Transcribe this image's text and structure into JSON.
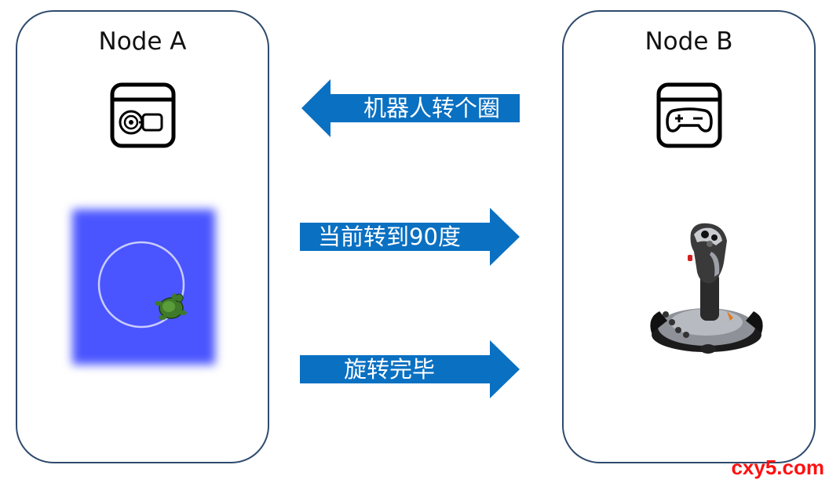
{
  "node_a": {
    "title": "Node A",
    "icon": "robot-camera-icon",
    "image": "turtle-simulation-window"
  },
  "node_b": {
    "title": "Node B",
    "icon": "gamepad-icon",
    "image": "joystick-photo"
  },
  "messages": [
    {
      "text": "机器人转个圈",
      "direction": "right-to-left"
    },
    {
      "text": "当前转到90度",
      "direction": "left-to-right"
    },
    {
      "text": "旋转完毕",
      "direction": "left-to-right"
    }
  ],
  "watermark": "cxy5.com",
  "colors": {
    "arrow": "#0a70c2",
    "node_border": "#2f4b6e",
    "sim_background": "#4a55ff",
    "watermark": "#ff1010"
  }
}
